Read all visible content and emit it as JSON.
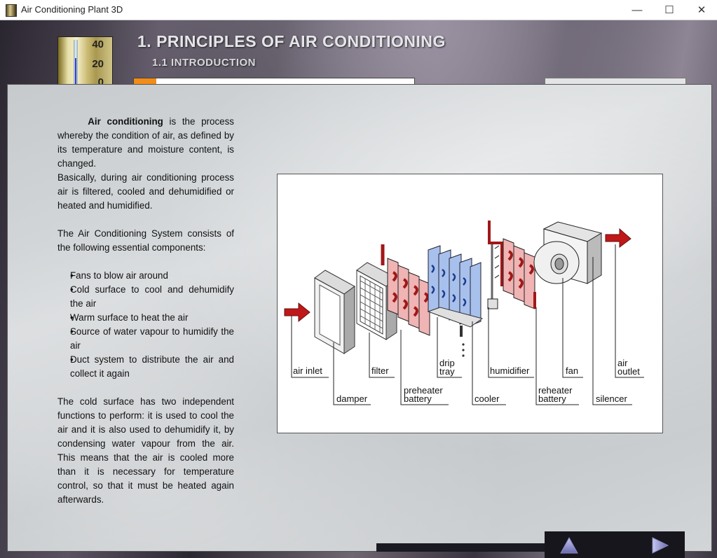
{
  "window": {
    "title": "Air Conditioning Plant 3D",
    "minimize": "—",
    "maximize": "☐",
    "close": "✕"
  },
  "thermometer": {
    "ticks": [
      "40",
      "20",
      "0"
    ]
  },
  "header": {
    "title": "1. PRINCIPLES OF AIR CONDITIONING",
    "subtitle": "1.1 INTRODUCTION"
  },
  "progress": {
    "value": 0.08
  },
  "body": {
    "p1_bold": "Air conditioning",
    "p1_rest": " is the process whereby the condition of air, as defined by its temperature and moisture content, is changed.",
    "p2": "Basically, during air conditioning process air is filtered, cooled and dehumidified or heated and humidified.",
    "p3": "The Air Conditioning System consists of the following essential components:",
    "bullets": [
      "Fans to blow air around",
      "Cold surface to cool and dehumidify the air",
      "Warm surface to heat the air",
      "Source of water vapour to humidify the air",
      "Duct system to distribute the air   and collect it again"
    ],
    "p4": "The cold surface has two independent functions to perform: it is used to cool the air and it is also used to dehumidify it, by condensing water vapour from the air. This means that the air is cooled more than it is necessary for temperature control, so that it must be heated again afterwards."
  },
  "diagram": {
    "labels": {
      "air_inlet": "air inlet",
      "damper": "damper",
      "filter": "filter",
      "preheater_1": "preheater",
      "preheater_2": "battery",
      "drip_1": "drip",
      "drip_2": "tray",
      "cooler": "cooler",
      "humidifier": "humidifier",
      "reheater_1": "reheater",
      "reheater_2": "battery",
      "fan": "fan",
      "silencer": "silencer",
      "outlet_1": "air",
      "outlet_2": "outlet"
    }
  },
  "nav": {
    "up_icon": "up-triangle-icon",
    "next_icon": "right-triangle-icon"
  },
  "colors": {
    "progress": "#f28c18",
    "heater": "#f0b0b0",
    "cooler": "#9ab4e4",
    "arrow": "#c01818"
  }
}
